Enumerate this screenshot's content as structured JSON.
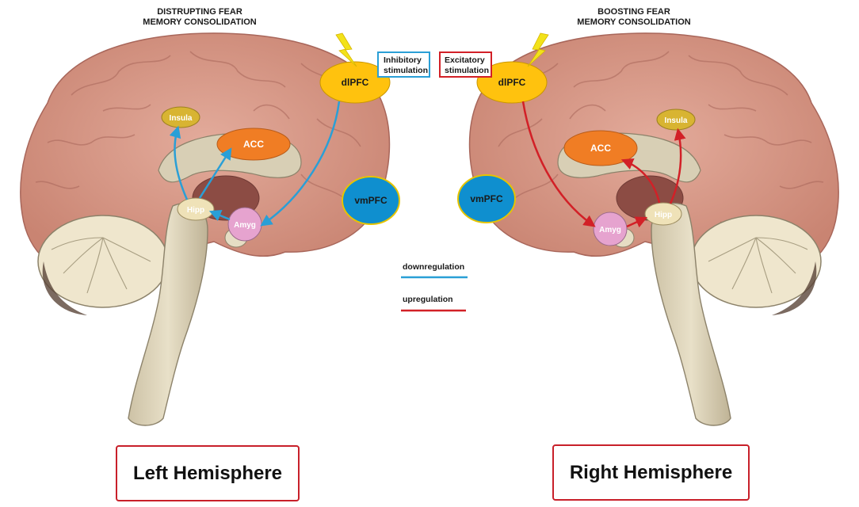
{
  "titles": {
    "left": [
      "DISTRUPTING FEAR",
      "MEMORY CONSOLIDATION"
    ],
    "right": [
      "BOOSTING FEAR",
      "MEMORY CONSOLIDATION"
    ]
  },
  "stimulation": {
    "left": [
      "Inhibitory",
      "stimulation"
    ],
    "right": [
      "Excitatory",
      "stimulation"
    ]
  },
  "regions": {
    "dlpfc": "dlPFC",
    "vmpfc": "vmPFC",
    "acc": "ACC",
    "insula": "Insula",
    "hipp": "Hipp",
    "amyg": "Amyg"
  },
  "legend": {
    "down": "downregulation",
    "up": "upregulation"
  },
  "hemispheres": {
    "left": "Left  Hemisphere",
    "right": "Right Hemisphere"
  },
  "colors": {
    "down": "#2a9fd6",
    "up": "#d22027",
    "cortex": "#d99a8a",
    "dlpfc": "#ffc20e",
    "vmpfc": "#0f8fcf",
    "acc": "#f07d24",
    "insula": "#d8b432",
    "hipp": "#efe2b8",
    "amyg": "#e6a3cf"
  }
}
